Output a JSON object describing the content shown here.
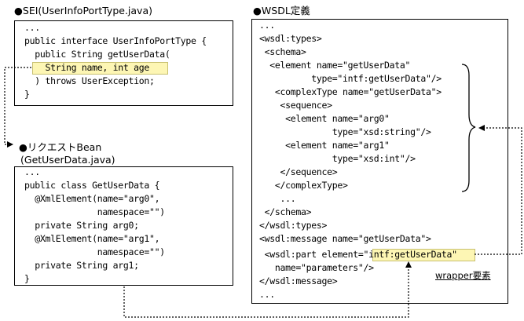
{
  "sei": {
    "title": "●SEI(UserInfoPortType.java)",
    "lines": [
      "...",
      "public interface UserInfoPortType {",
      "  public String getUserData(",
      "    String name, int age",
      "  ) throws UserException;",
      "}"
    ]
  },
  "request_bean": {
    "title_line1": "●リクエストBean",
    "title_line2": "(GetUserData.java)",
    "lines": [
      "...",
      "public class GetUserData {",
      "  @XmlElement(name=\"arg0\",",
      "              namespace=\"\")",
      "  private String arg0;",
      "  @XmlElement(name=\"arg1\",",
      "              namespace=\"\")",
      "  private String arg1;",
      "}"
    ]
  },
  "wsdl": {
    "title": "●WSDL定義",
    "lines": [
      "...",
      "<wsdl:types>",
      " <schema>",
      "  <element name=\"getUserData\"",
      "          type=\"intf:getUserData\"/>",
      "   <complexType name=\"getUserData\">",
      "    <sequence>",
      "     <element name=\"arg0\"",
      "              type=\"xsd:string\"/>",
      "     <element name=\"arg1\"",
      "              type=\"xsd:int\"/>",
      "    </sequence>",
      "   </complexType>",
      "    ...",
      " </schema>",
      "</wsdl:types>",
      "<wsdl:message name=\"getUserData\">",
      " <wsdl:part element=\"intf:getUserData\"",
      "   name=\"parameters\"/>",
      "</wsdl:message>",
      "..."
    ],
    "wrapper_label": "wrapper要素"
  },
  "colors": {
    "highlight": "#fdf6b4",
    "border": "#000000"
  }
}
